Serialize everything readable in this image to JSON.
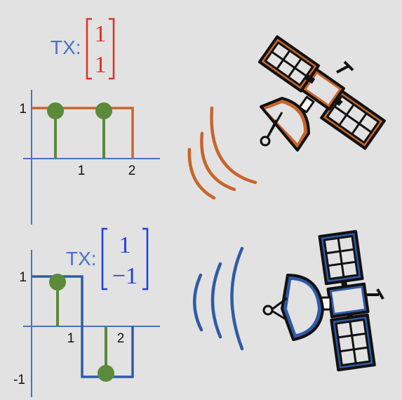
{
  "colors": {
    "background": "#e2e2e2",
    "axis": "#4a72c4",
    "stem": "#5a8a3a",
    "top_signal": "#c8652a",
    "top_matrix": "#e03020",
    "bottom_signal": "#2f5aa8",
    "bottom_matrix": "#1f3fdd",
    "tx_label": "#4a72c4",
    "top_satellite": "#c8652a",
    "bottom_satellite": "#2f5aa8"
  },
  "top": {
    "tx_label": "TX:",
    "vector": [
      "1",
      "1"
    ],
    "tick_y": "1",
    "tick_x1": "1",
    "tick_x2": "2",
    "samples": [
      1,
      1
    ],
    "satellite_icon": "satellite-icon",
    "waves_icon": "radio-waves-icon"
  },
  "bottom": {
    "tx_label": "TX:",
    "vector": [
      "1",
      "−1"
    ],
    "tick_y_pos": "1",
    "tick_y_neg": "-1",
    "tick_x1": "1",
    "tick_x2": "2",
    "samples": [
      1,
      -1
    ],
    "satellite_icon": "satellite-icon",
    "waves_icon": "radio-waves-icon"
  }
}
